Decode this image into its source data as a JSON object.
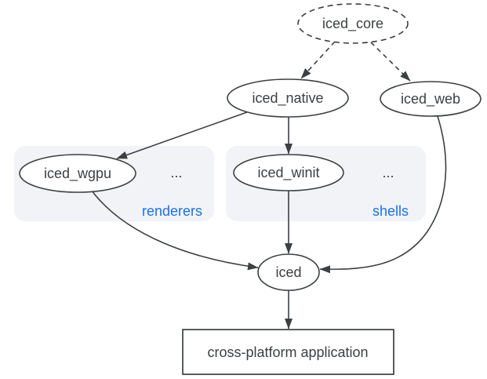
{
  "nodes": {
    "iced_core": "iced_core",
    "iced_native": "iced_native",
    "iced_web": "iced_web",
    "iced_wgpu": "iced_wgpu",
    "iced_winit": "iced_winit",
    "iced": "iced",
    "application": "cross-platform application"
  },
  "groups": {
    "renderers": {
      "label": "renderers",
      "more": "..."
    },
    "shells": {
      "label": "shells",
      "more": "..."
    }
  },
  "edges": [
    {
      "from": "iced_core",
      "to": "iced_native",
      "style": "dashed"
    },
    {
      "from": "iced_core",
      "to": "iced_web",
      "style": "dashed"
    },
    {
      "from": "iced_native",
      "to": "iced_wgpu",
      "style": "solid"
    },
    {
      "from": "iced_native",
      "to": "iced_winit",
      "style": "solid"
    },
    {
      "from": "iced_wgpu",
      "to": "iced",
      "style": "solid"
    },
    {
      "from": "iced_winit",
      "to": "iced",
      "style": "solid"
    },
    {
      "from": "iced_web",
      "to": "iced",
      "style": "solid"
    },
    {
      "from": "iced",
      "to": "application",
      "style": "solid"
    }
  ],
  "colors": {
    "stroke": "#3c4043",
    "text": "#3c4043",
    "group_label_blue": "#1a73e8",
    "group_fill": "#f1f3f6",
    "node_fill": "#ffffff",
    "background": "#ffffff"
  }
}
